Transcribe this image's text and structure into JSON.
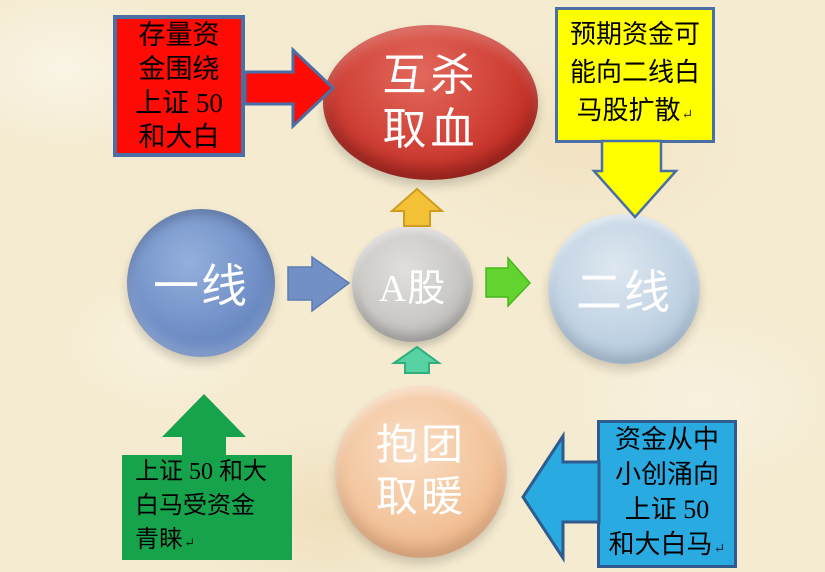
{
  "palette": {
    "background": "#f5ebd1",
    "red": "#fe0b06",
    "yellow": "#ffff00",
    "green_box": "#17a34c",
    "cyan_box": "#29abe2",
    "steel_blue_border": "#4a6fa5",
    "cyan_border": "#2f5b8f",
    "arrow_blue": "#7390c6",
    "arrow_green": "#63d32f",
    "arrow_gold": "#f3c136",
    "arrow_teal": "#57d2a2",
    "circle_red": "#c5372d",
    "circle_blue": "#7492c9",
    "circle_gray": "#c3c2bf",
    "circle_pale_blue": "#bed0e2",
    "circle_orange": "#f0bc92"
  },
  "callouts": {
    "top_left": {
      "lines": [
        "存量资",
        "金围绕",
        "上证 50",
        "和大白"
      ]
    },
    "top_right": {
      "lines": [
        "预期资金可",
        "能向二线白",
        "马股扩散"
      ],
      "mark": "↵"
    },
    "bottom_left": {
      "lines": [
        "上证 50 和大",
        "白马受资金",
        "青睐"
      ],
      "mark": "↵"
    },
    "bottom_right": {
      "lines": [
        "资金从中",
        "小创涌向",
        "上证 50",
        "和大白马"
      ],
      "mark": "↵"
    }
  },
  "nodes": {
    "kill": {
      "lines": [
        "互杀",
        "取血"
      ]
    },
    "tier_one": {
      "label": "一线"
    },
    "a_share": {
      "label": "A股"
    },
    "tier_two": {
      "label": "二线"
    },
    "huddle": {
      "lines": [
        "抱团",
        "取暖"
      ]
    }
  }
}
